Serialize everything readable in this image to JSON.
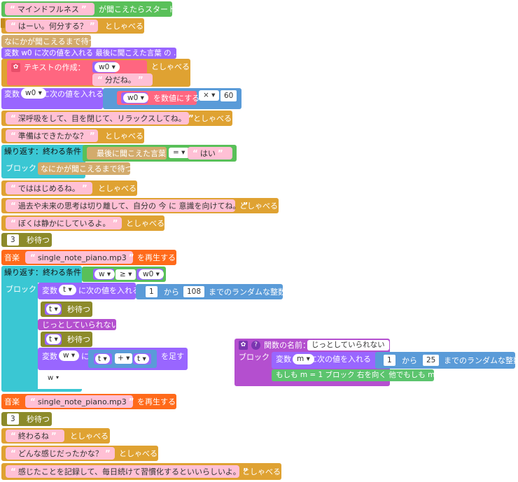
{
  "rows": {
    "r1": {
      "open": "“",
      "close": "”",
      "text": "マインドフルネス",
      "suffix": "が聞こえたらスタート"
    },
    "r2": {
      "text": "はーい。何分する？",
      "suffix": "としゃべる"
    },
    "r3": {
      "text": "なにかが聞こえるまで待つ"
    },
    "r4": {
      "text": "変数 w0 に次の値を入れる 最後に聞こえた言葉 の ..."
    },
    "r5": {
      "label": "テキストの作成：",
      "var": "w0",
      "text": "分だね。",
      "suffix": "としゃべる"
    },
    "r6": {
      "prefix": "変数",
      "var": "w0",
      "mid": "に次の値を入れる",
      "inner_var": "w0",
      "inner_label": "を数値にする",
      "op": "×",
      "num": "60"
    },
    "r7": {
      "text": "深呼吸をして、目を閉じて、リラックスしてね。",
      "suffix": "としゃべる"
    },
    "r8": {
      "text": "準備はできたかな？",
      "suffix": "としゃべる"
    },
    "r9": {
      "label": "繰り返す：終わる条件",
      "cond_label": "最後に聞こえた言葉",
      "op": "=",
      "text": "はい",
      "block_label": "ブロック",
      "inner": "なにかが聞こえるまで待つ"
    },
    "r10": {
      "text": "でははじめるね。",
      "suffix": "としゃべる"
    },
    "r11": {
      "text": "過去や未来の思考は切り離して、自分の 今 に 意識を向けてね。",
      "suffix": "としゃべる"
    },
    "r12": {
      "text": "ぼくは静かにしているよ。",
      "suffix": "としゃべる"
    },
    "r13": {
      "num": "3",
      "suffix": "秒待つ"
    },
    "r14": {
      "prefix": "音楽",
      "file": "single_note_piano.mp3",
      "suffix": "を再生する"
    },
    "r15": {
      "label": "繰り返す：終わる条件",
      "var1": "w",
      "op": "≥",
      "var2": "w0",
      "block_label": "ブロック",
      "set_prefix": "変数",
      "set_var": "t",
      "set_mid": "に次の値を入れる",
      "from": "1",
      "from_label": "から",
      "to": "108",
      "to_label": "までのランダムな整数",
      "wait_var": "t",
      "wait_suffix": "秒待つ",
      "call": "じっとしていられない",
      "wait2_var": "t",
      "wait2_suffix": "秒待つ",
      "add_prefix": "変数",
      "add_var": "w",
      "add_mid": "に",
      "a": "t",
      "plus": "+",
      "b": "t",
      "add_suffix": "を足す",
      "tail_var": "w"
    },
    "r16": {
      "prefix": "音楽",
      "file": "single_note_piano.mp3",
      "suffix": "を再生する"
    },
    "r17": {
      "num": "3",
      "suffix": "秒待つ"
    },
    "r18": {
      "text": "終わるね",
      "suffix": "としゃべる"
    },
    "r19": {
      "text": "どんな感じだったかな？",
      "suffix": "としゃべる"
    },
    "r20": {
      "text": "感じたことを記録して、毎日続けて習慣化するといいらしいよ。",
      "suffix": "としゃべる"
    }
  },
  "func": {
    "title": "関数の名前：",
    "name": "じっとしていられない",
    "block_label": "ブロック",
    "set_prefix": "変数",
    "set_var": "m",
    "set_mid": "に次の値を入れる",
    "from": "1",
    "from_label": "から",
    "to": "25",
    "to_label": "までのランダムな整数",
    "if_text": "もしも m = 1 ブロック 右を向く 他でもしも m..."
  },
  "icons": {
    "settings": "gear-icon",
    "help": "question-icon"
  },
  "colors": {
    "event": "#59c059",
    "speak": "#dfa232",
    "variable": "#9966ff",
    "math": "#5a9bd8",
    "text": "#ff6680",
    "loop": "#3ac7d3",
    "music": "#ff6a1a",
    "wait": "#8c8a2a",
    "function": "#b44fcf"
  }
}
